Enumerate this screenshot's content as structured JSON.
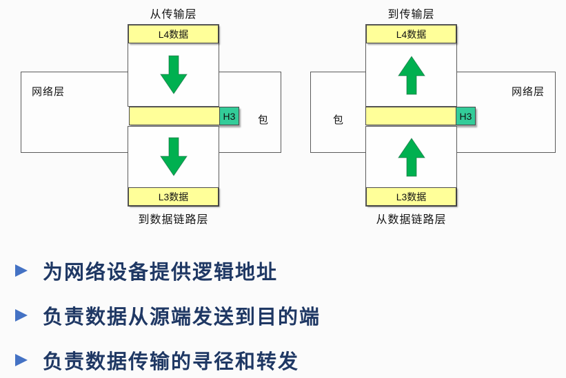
{
  "left_diagram": {
    "top_label": "从传输层",
    "l4_label": "L4数据",
    "layer_label": "网络层",
    "h3_label": "H3",
    "packet_label": "包",
    "l3_label": "L3数据",
    "bottom_label": "到数据链路层",
    "arrow_direction": "down"
  },
  "right_diagram": {
    "top_label": "到传输层",
    "l4_label": "L4数据",
    "layer_label": "网络层",
    "h3_label": "H3",
    "packet_label": "包",
    "l3_label": "L3数据",
    "bottom_label": "从数据链路层",
    "arrow_direction": "up"
  },
  "bullets": [
    {
      "text": "为网络设备提供逻辑地址"
    },
    {
      "text": "负责数据从源端发送到目的端"
    },
    {
      "text": "负责数据传输的寻径和转发"
    }
  ],
  "colors": {
    "background": "#FBFBFB",
    "yellow": "#FFFF99",
    "h3_green": "#33CC99",
    "arrow_green": "#00B050",
    "bullet_text": "#1F3864",
    "bullet_marker": "#4472C4"
  }
}
